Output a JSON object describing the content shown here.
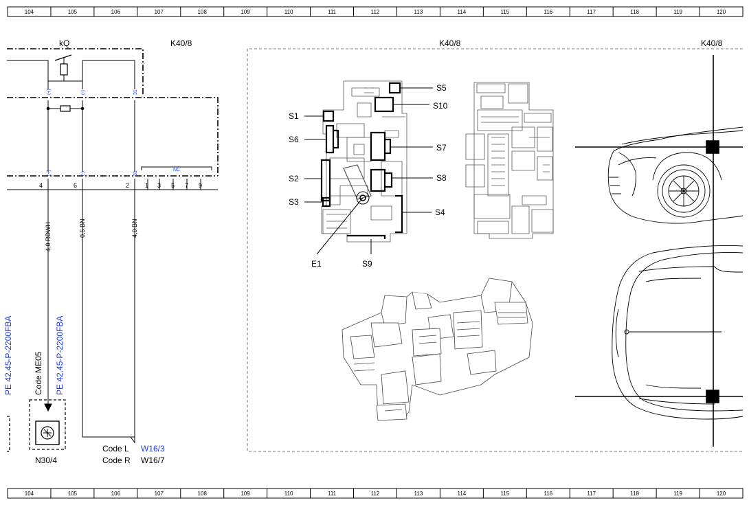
{
  "ruler": {
    "columns": [
      "104",
      "105",
      "106",
      "107",
      "108",
      "109",
      "110",
      "111",
      "112",
      "113",
      "114",
      "115",
      "116",
      "117",
      "118",
      "119",
      "120"
    ]
  },
  "schematic": {
    "relay_label": "kQ",
    "module_label_left": "K40/8",
    "module_label_center": "K40/8",
    "module_label_right": "K40/8",
    "pin_markers_top": [
      "(+)",
      "(-)",
      "31"
    ],
    "pin_markers_bottom": [
      "(+)",
      "(-)",
      "31"
    ],
    "nc_label": "NC",
    "terminal_numbers": [
      "4",
      "6",
      "2",
      "1",
      "3",
      "5",
      "7",
      "9"
    ],
    "wires": [
      {
        "label": "4,0 RDWH"
      },
      {
        "label": "0,5 BN"
      },
      {
        "label": "4,0 BN"
      }
    ],
    "ref_partial": "PE 42.45-P-2200FBA",
    "ref_code": "Code ME05",
    "ref_main": "PE 42.45-P-2200FBA",
    "component_label": "N30/4",
    "code_l": "Code L",
    "code_l_target": "W16/3",
    "code_r": "Code R",
    "code_r_target": "W16/7"
  },
  "fusebox": {
    "callouts_left": [
      "S1",
      "S6",
      "S2",
      "S3"
    ],
    "callouts_right": [
      "S5",
      "S10",
      "S7",
      "S8",
      "S4"
    ],
    "callouts_bottom": [
      "E1",
      "S9"
    ]
  },
  "colors": {
    "ink": "#000000",
    "link_blue": "#1f3fd6",
    "dash_box": "#000000"
  }
}
